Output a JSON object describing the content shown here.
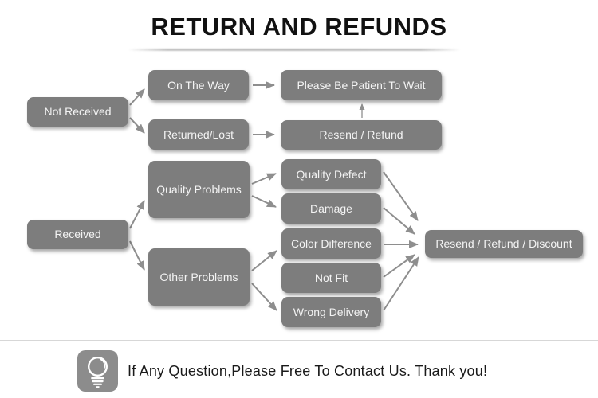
{
  "page": {
    "title": "RETURN AND REFUNDS"
  },
  "flowchart": {
    "nodes": {
      "not_received": "Not Received",
      "on_the_way": "On The Way",
      "returned_lost": "Returned/Lost",
      "please_wait": "Please Be Patient To Wait",
      "resend_refund": "Resend / Refund",
      "received": "Received",
      "quality_problems": "Quality Problems",
      "other_problems": "Other Problems",
      "quality_defect": "Quality Defect",
      "damage": "Damage",
      "color_difference": "Color Difference",
      "not_fit": "Not Fit",
      "wrong_delivery": "Wrong Delivery",
      "resend_refund_discount": "Resend / Refund / Discount"
    },
    "edges": [
      {
        "from": "not_received",
        "to": "on_the_way"
      },
      {
        "from": "not_received",
        "to": "returned_lost"
      },
      {
        "from": "on_the_way",
        "to": "please_wait"
      },
      {
        "from": "returned_lost",
        "to": "resend_refund"
      },
      {
        "from": "resend_refund",
        "to": "please_wait"
      },
      {
        "from": "received",
        "to": "quality_problems"
      },
      {
        "from": "received",
        "to": "other_problems"
      },
      {
        "from": "quality_problems",
        "to": "quality_defect"
      },
      {
        "from": "quality_problems",
        "to": "damage"
      },
      {
        "from": "other_problems",
        "to": "color_difference"
      },
      {
        "from": "other_problems",
        "to": "wrong_delivery"
      },
      {
        "from": "quality_defect",
        "to": "resend_refund_discount"
      },
      {
        "from": "damage",
        "to": "resend_refund_discount"
      },
      {
        "from": "color_difference",
        "to": "resend_refund_discount"
      },
      {
        "from": "not_fit",
        "to": "resend_refund_discount"
      },
      {
        "from": "wrong_delivery",
        "to": "resend_refund_discount"
      }
    ],
    "colors": {
      "node_fill": "#7d7d7d",
      "node_text": "#f4f4f4",
      "arrow_color": "#8e8e8e",
      "title_color": "#111111",
      "footer_text_color": "#1a1a1a",
      "divider_color": "#d7d7d7",
      "icon_fill": "#8c8c8c"
    }
  },
  "footer": {
    "icon": "lightbulb-icon",
    "message": "If Any Question,Please Free To Contact Us. Thank you!"
  }
}
